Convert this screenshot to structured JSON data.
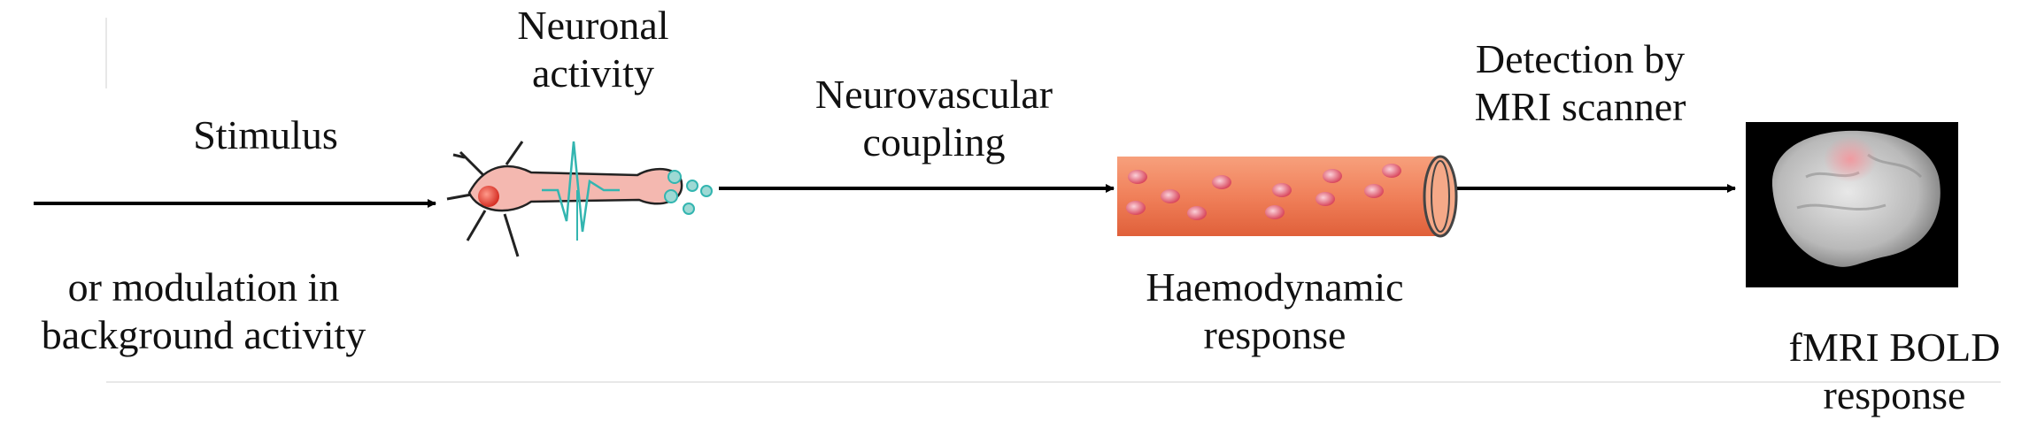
{
  "labels": {
    "stimulus": "Stimulus",
    "modulation_line1": "or modulation in",
    "modulation_line2": "background activity",
    "neuronal_line1": "Neuronal",
    "neuronal_line2": "activity",
    "coupling_line1": "Neurovascular",
    "coupling_line2": "coupling",
    "haemo_line1": "Haemodynamic",
    "haemo_line2": "response",
    "detection_line1": "Detection by",
    "detection_line2": "MRI scanner",
    "fmri_line1": "fMRI BOLD",
    "fmri_line2": "response"
  },
  "icons": {
    "neuron": "neuron-icon",
    "vessel": "blood-vessel-icon",
    "brain": "brain-scan-icon"
  },
  "colors": {
    "arrow": "#000000",
    "neuron_body": "#f4b8b0",
    "neuron_nucleus": "#e8443a",
    "spike": "#33b5b0",
    "vessel": "#f0805a",
    "blood_cell": "#e9667a",
    "brain_bg": "#000000"
  }
}
